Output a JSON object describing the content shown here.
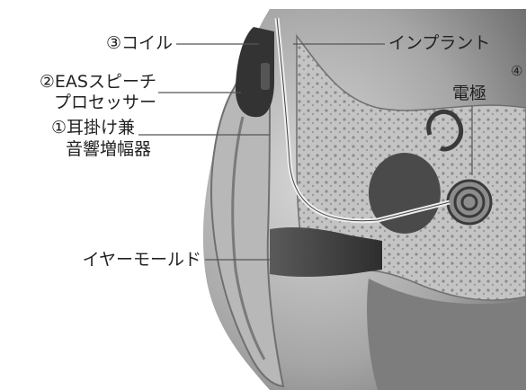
{
  "diagram": {
    "labels": {
      "coil": "③コイル",
      "processor_line1": "②EASスピーチ",
      "processor_line2": "プロセッサー",
      "hearing_aid_line1": "①耳掛け兼",
      "hearing_aid_line2": "音響増幅器",
      "ear_mold": "イヤーモールド",
      "implant": "インプラント",
      "implant_number": "④",
      "electrode": "電極"
    }
  },
  "colors": {
    "background": "#ffffff",
    "skin": "#9a9a9a",
    "bone": "#bdbdbd",
    "dark": "#3a3a3a",
    "leader_line": "#555555"
  }
}
